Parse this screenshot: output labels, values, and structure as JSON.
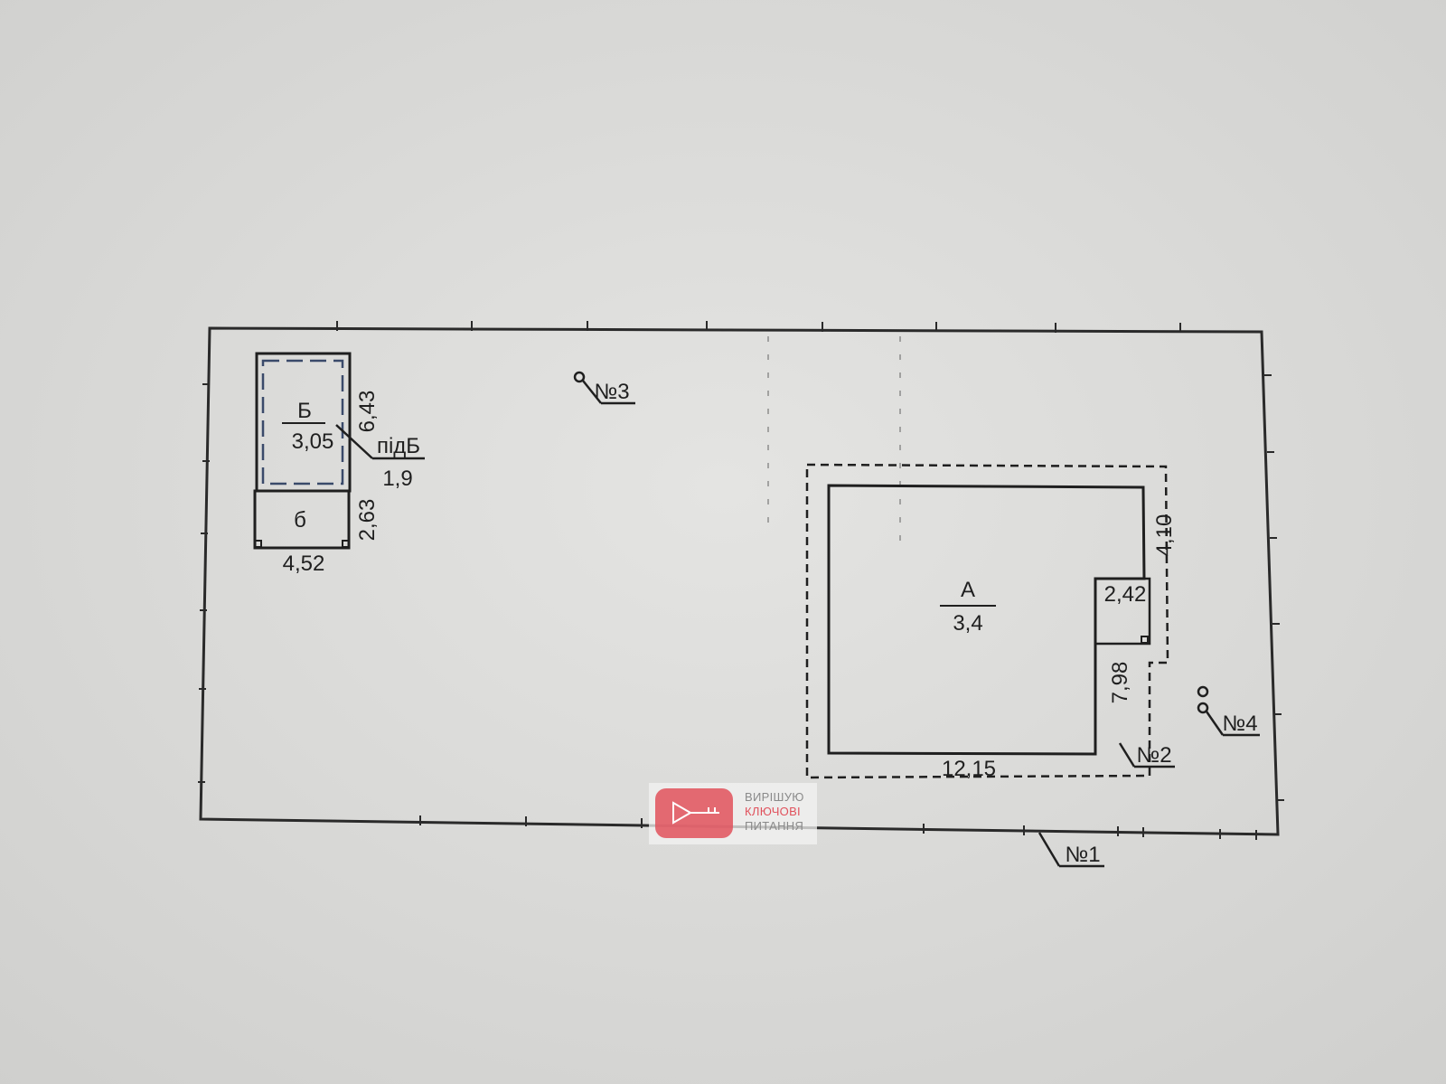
{
  "plot": {
    "building_a": {
      "letter": "А",
      "height": "3,4"
    },
    "building_b": {
      "letter": "Б",
      "height": "3,05"
    },
    "annex_b": {
      "letter": "б"
    },
    "pid_b": {
      "label": "підБ",
      "height": "1,9"
    },
    "dimensions": {
      "b_length": "6,43",
      "b_annex": "2,63",
      "b_width": "4,52",
      "a_length": "12,15",
      "a_side": "7,98",
      "a_top": "4,10",
      "a_small": "2,42"
    },
    "markers": {
      "no1": "№1",
      "no2": "№2",
      "no3": "№3",
      "no4": "№4"
    }
  },
  "watermark": {
    "line1": "ВИРІШУЮ",
    "line2": "КЛЮЧОВІ",
    "line3": "ПИТАННЯ",
    "accent": "#e0515c"
  }
}
